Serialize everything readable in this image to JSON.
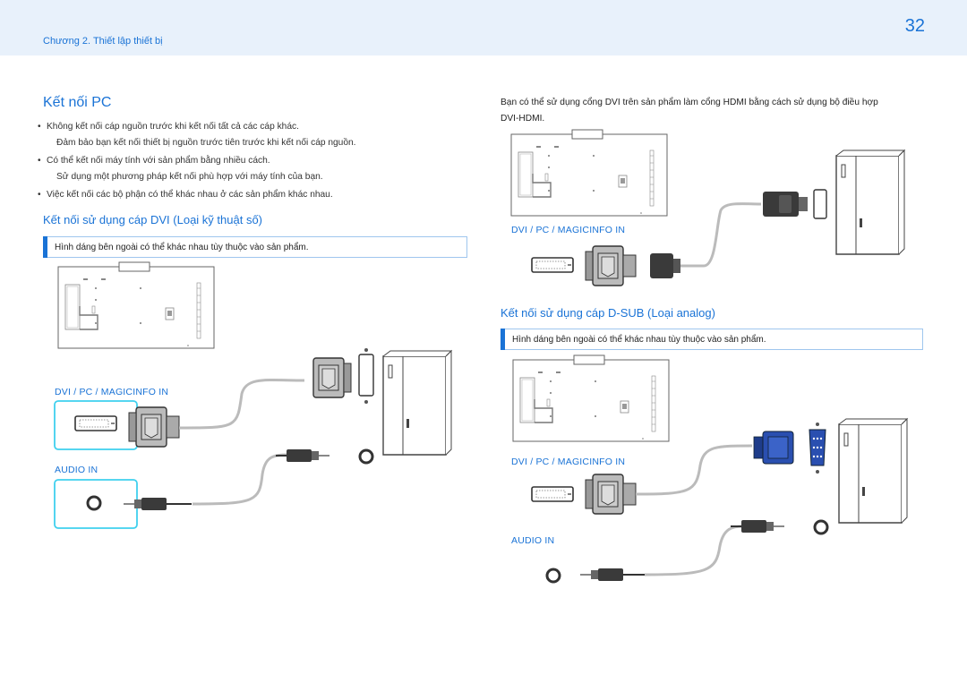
{
  "header": {
    "chapter": "Chương 2. Thiết lập thiết bị",
    "page_number": "32"
  },
  "section_title": "Kết nối PC",
  "bullets": [
    {
      "text": "Không kết nối cáp nguồn trước khi kết nối tất cả các cáp khác.",
      "sub": "Đảm bảo bạn kết nối thiết bị nguồn trước tiên trước khi kết nối cáp nguồn."
    },
    {
      "text": "Có thể kết nối máy tính với sản phẩm bằng nhiều cách.",
      "sub": "Sử dụng một phương pháp kết nối phù hợp với máy tính của bạn."
    },
    {
      "text": "Việc kết nối các bộ phận có thể khác nhau ở các sản phẩm khác nhau.",
      "sub": ""
    }
  ],
  "dvi_section": {
    "heading": "Kết nối sử dụng cáp DVI (Loại kỹ thuật số)",
    "note": "Hình dáng bên ngoài có thể khác nhau tùy thuộc vào sản phẩm.",
    "port_label_dvi": "DVI / PC / MAGICINFO IN",
    "port_label_audio": "AUDIO IN"
  },
  "hdmi_section": {
    "paragraph_line1": "Bạn có thể sử dụng cổng DVI trên sản phẩm làm cổng HDMI bằng cách sử dụng bộ điều hợp",
    "paragraph_line2": "DVI-HDMI.",
    "port_label_dvi": "DVI / PC / MAGICINFO IN"
  },
  "dsub_section": {
    "heading": "Kết nối sử dụng cáp D-SUB (Loại analog)",
    "note": "Hình dáng bên ngoài có thể khác nhau tùy thuộc vào sản phẩm.",
    "port_label_dvi": "DVI / PC / MAGICINFO IN",
    "port_label_audio": "AUDIO IN"
  },
  "colors": {
    "accent": "#1a73d6",
    "header_bg": "#e8f1fb",
    "highlight": "#3fd0ee",
    "vga_blue": "#2a4fb0"
  }
}
